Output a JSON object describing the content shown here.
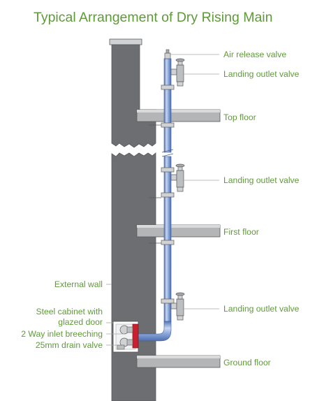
{
  "title": "Typical Arrangement of Dry Rising Main",
  "labels": {
    "air_release_valve": "Air release valve",
    "landing_outlet_valve_top": "Landing outlet valve",
    "top_floor": "Top floor",
    "landing_outlet_valve_mid": "Landing outlet valve",
    "first_floor": "First floor",
    "external_wall": "External wall",
    "steel_cabinet_line1": "Steel cabinet with",
    "steel_cabinet_line2": "glazed door",
    "landing_outlet_valve_bottom": "Landing outlet valve",
    "inlet_breeching": "2 Way inlet breeching",
    "drain_valve": "25mm drain valve",
    "ground_floor": "Ground floor"
  },
  "colors": {
    "label_text": "#5f9a39",
    "wall": "#6d6e71",
    "floor_slab": "#b4b5b7",
    "pipe_blue": "#6f90cf",
    "pipe_light": "#dbe6f6",
    "breeching_red": "#c8202f",
    "leader_line": "#a7a9ac"
  }
}
